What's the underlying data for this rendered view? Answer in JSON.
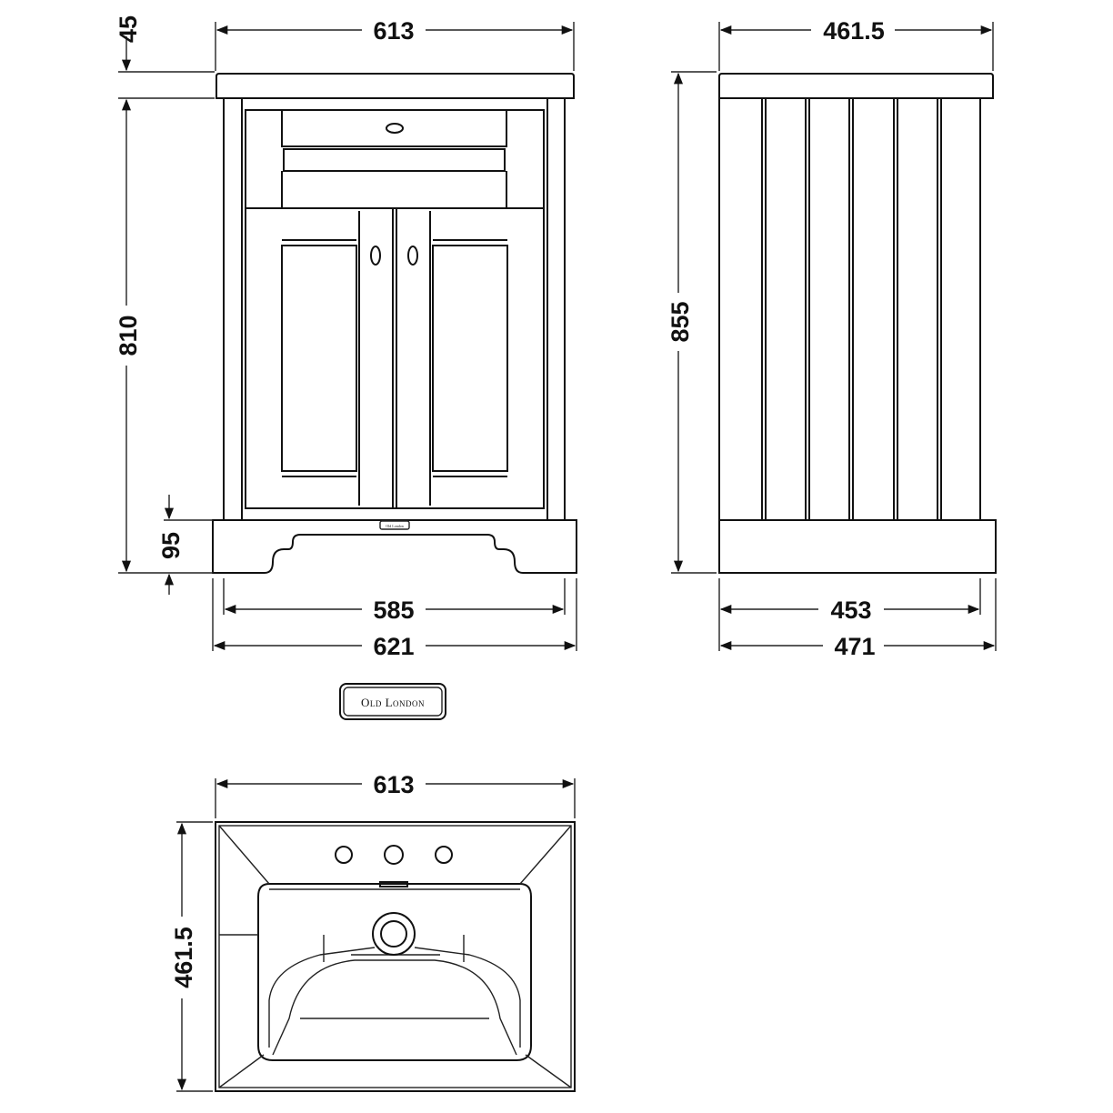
{
  "dimensions": {
    "front_top_width": "613",
    "top_thickness": "45",
    "front_height": "810",
    "plinth_height": "95",
    "front_inner_width": "585",
    "front_outer_width": "621",
    "side_top_width": "461.5",
    "side_height": "855",
    "side_inner_width": "453",
    "side_outer_width": "471",
    "plan_width": "613",
    "plan_depth": "461.5"
  },
  "brand": {
    "name": "Old London",
    "plate_text": "Old London"
  }
}
